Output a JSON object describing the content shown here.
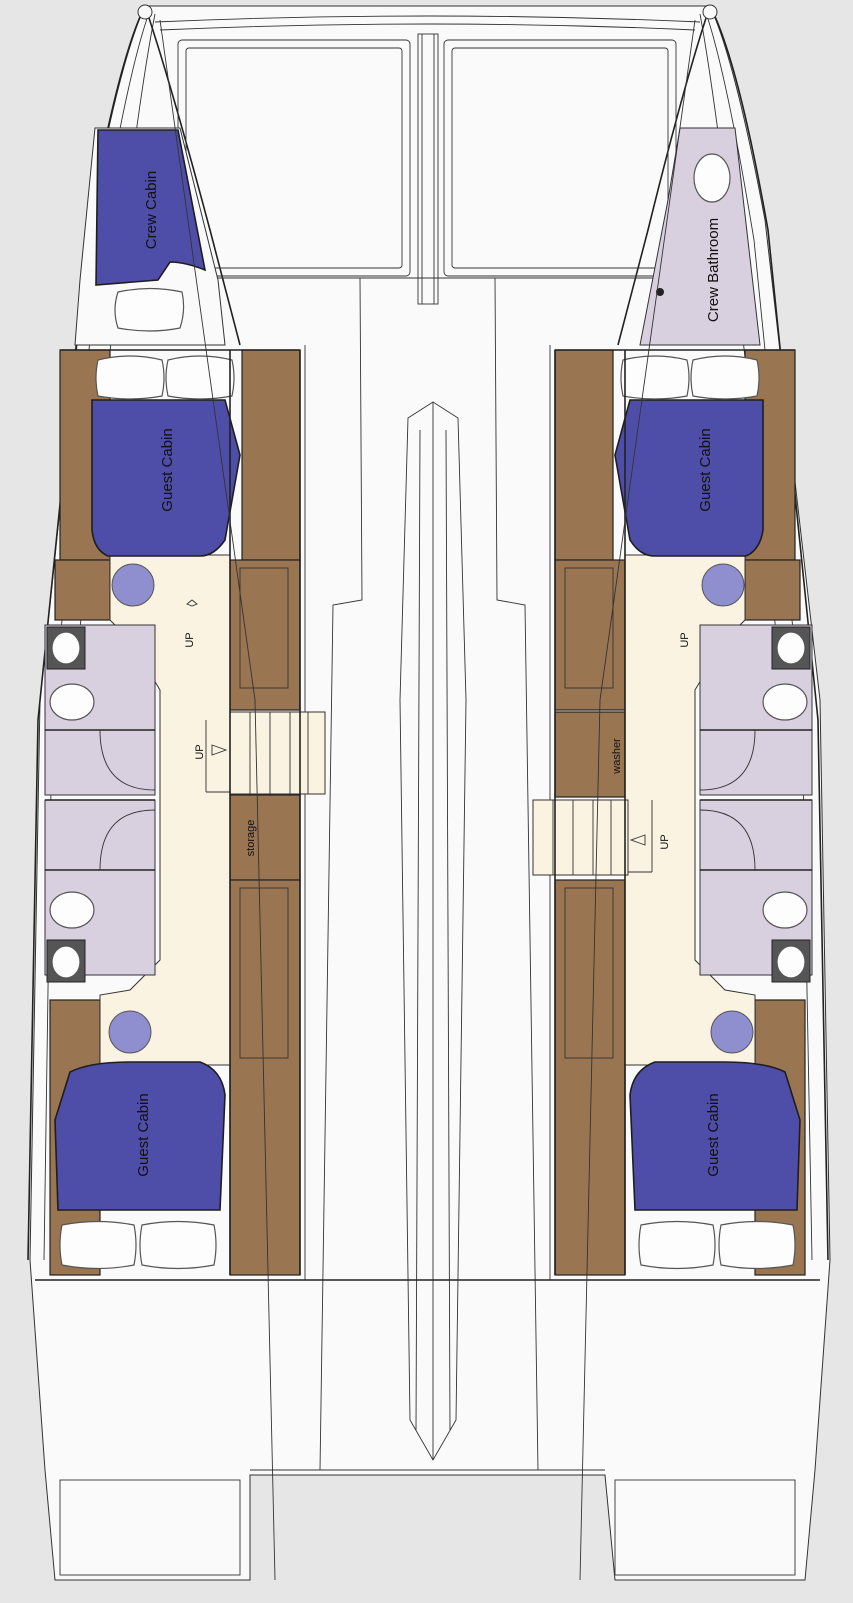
{
  "labels": {
    "crew_cabin": "Crew Cabin",
    "crew_bathroom": "Crew Bathroom",
    "guest_cabin": "Guest Cabin",
    "storage": "storage",
    "washer": "washer",
    "up": "UP"
  },
  "colors": {
    "background": "#e6e6e6",
    "bed": "#4e4ea8",
    "wood": "#9a7552",
    "corridor": "#fbf3e1",
    "bathroom": "#d9d0df",
    "stool": "#8f8fd0"
  }
}
